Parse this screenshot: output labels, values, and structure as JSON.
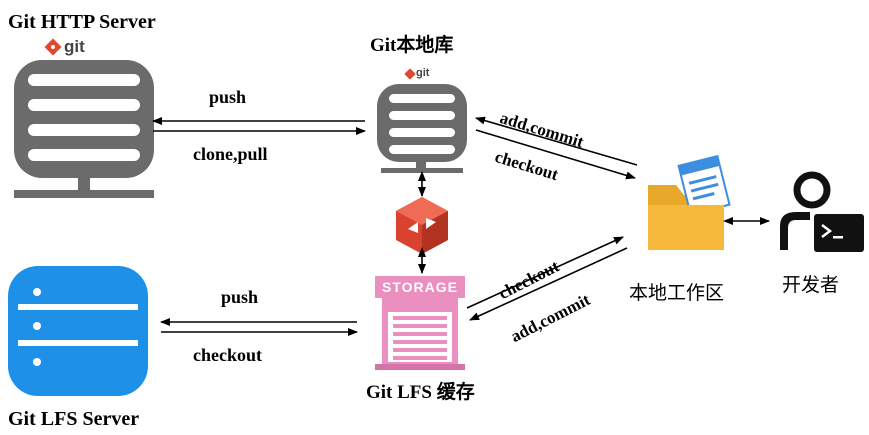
{
  "servers": {
    "git_http_server": "Git HTTP Server",
    "git_lfs_server": "Git LFS Server"
  },
  "stores": {
    "git_local_repo": "Git本地库",
    "git_lfs_cache": "Git LFS 缓存",
    "storage_sign": "STORAGE"
  },
  "workspace": {
    "local_workspace": "本地工作区",
    "developer": "开发者"
  },
  "logos": {
    "git": "git"
  },
  "arrows": {
    "top_push": "push",
    "top_clone_pull": "clone,pull",
    "bottom_push": "push",
    "bottom_checkout": "checkout",
    "repo_add_commit": "add,commit",
    "repo_checkout": "checkout",
    "lfs_checkout": "checkout",
    "lfs_add_commit": "add,commit"
  },
  "colors": {
    "git_server_gray": "#6b6b6b",
    "lfs_server_blue": "#1e90e8",
    "git_logo_red": "#e0472f",
    "lfs_box_red": "#d9422f",
    "storage_pink": "#ea8fc0",
    "folder_yellow": "#f6b93b",
    "doc_blue": "#3d8ee0"
  }
}
